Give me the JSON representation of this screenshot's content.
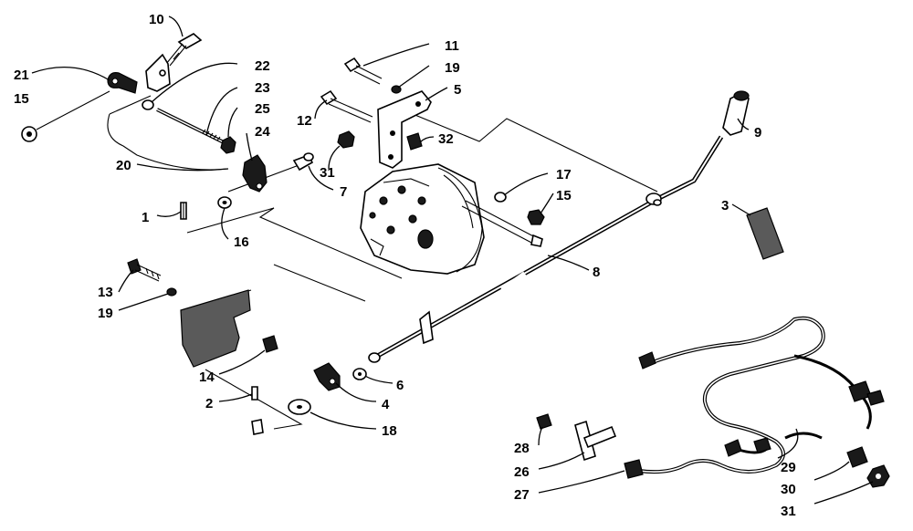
{
  "callouts": [
    "10",
    "21",
    "15",
    "22",
    "23",
    "25",
    "24",
    "20",
    "1",
    "16",
    "7",
    "31",
    "12",
    "11",
    "19",
    "5",
    "32",
    "17",
    "15",
    "9",
    "3",
    "8",
    "13",
    "19",
    "14",
    "2",
    "6",
    "4",
    "18",
    "28",
    "26",
    "27",
    "29",
    "30",
    "31"
  ]
}
